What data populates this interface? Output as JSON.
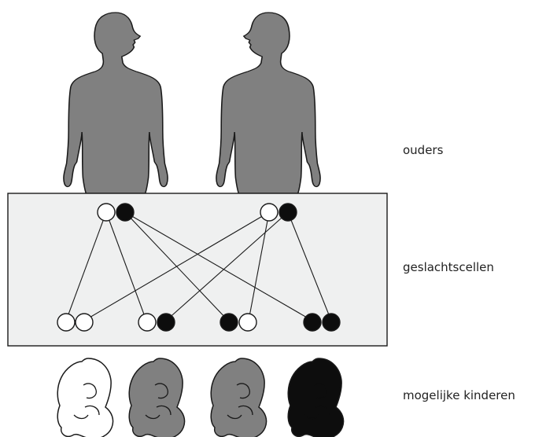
{
  "labels": {
    "parents": "ouders",
    "gametes": "geslachtscellen",
    "children": "mogelijke kinderen"
  },
  "colors": {
    "silhouette": "#808080",
    "outline": "#1a1a1a",
    "panel": "#eff0f0",
    "dark": "#0d0d0d",
    "light": "#ffffff"
  },
  "parents": [
    {
      "name": "parent-left",
      "alleles": [
        "white",
        "black"
      ]
    },
    {
      "name": "parent-right",
      "alleles": [
        "white",
        "black"
      ]
    }
  ],
  "offspring": [
    {
      "alleles": [
        "white",
        "white"
      ],
      "appearance": "white"
    },
    {
      "alleles": [
        "white",
        "black"
      ],
      "appearance": "gray"
    },
    {
      "alleles": [
        "black",
        "white"
      ],
      "appearance": "gray"
    },
    {
      "alleles": [
        "black",
        "black"
      ],
      "appearance": "black"
    }
  ]
}
